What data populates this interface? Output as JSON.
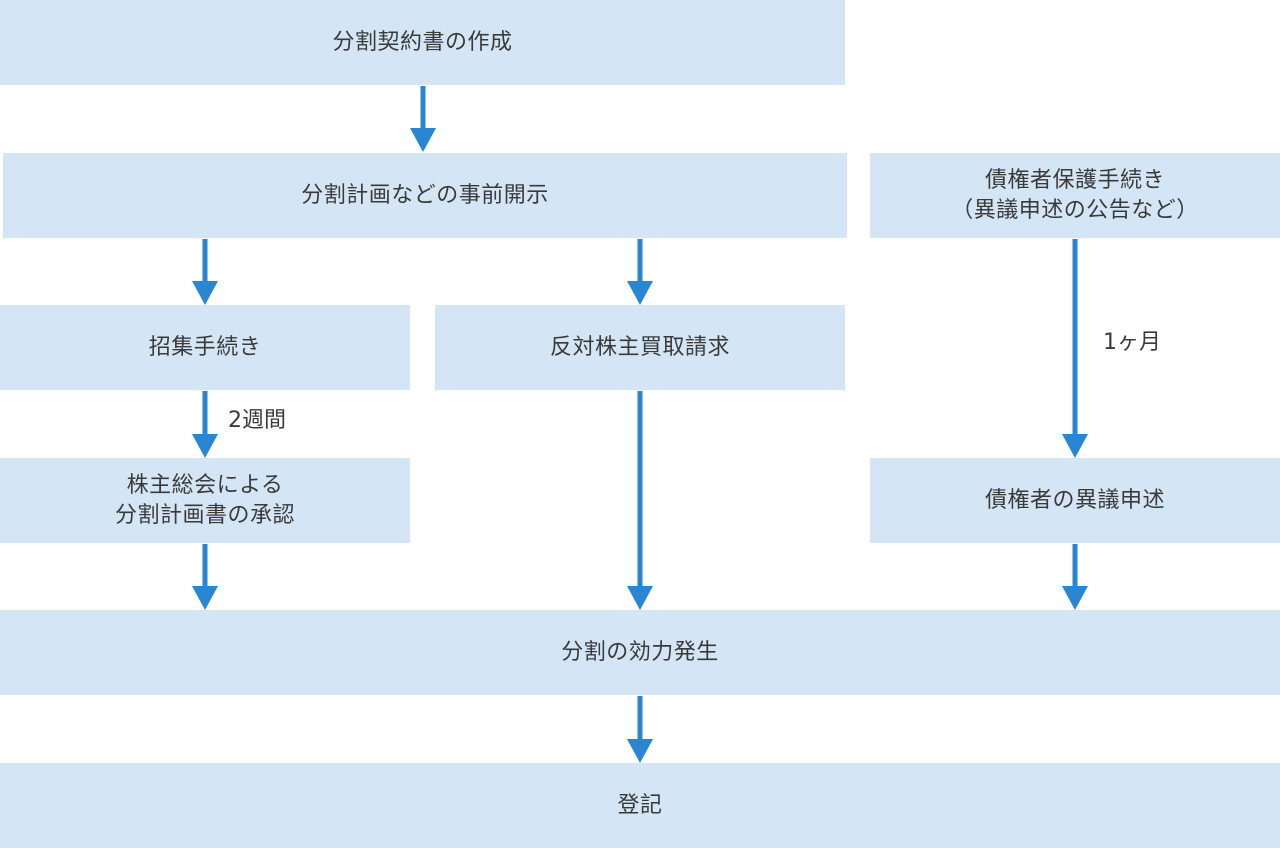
{
  "boxes": {
    "contract": "分割契約書の作成",
    "disclosure": "分割計画などの事前開示",
    "creditor_procedure": [
      "債権者保護手続き",
      "（異議申述の公告など）"
    ],
    "convocation": "招集手続き",
    "buyback": "反対株主買取請求",
    "approval": [
      "株主総会による",
      "分割計画書の承認"
    ],
    "objection": "債権者の異議申述",
    "effective": "分割の効力発生",
    "registration": "登記"
  },
  "labels": {
    "two_weeks": "2週間",
    "one_month": "1ヶ月"
  },
  "colors": {
    "box_fill": "#d4e6f5",
    "arrow": "#2a86d0",
    "text": "#3a3a3a"
  }
}
